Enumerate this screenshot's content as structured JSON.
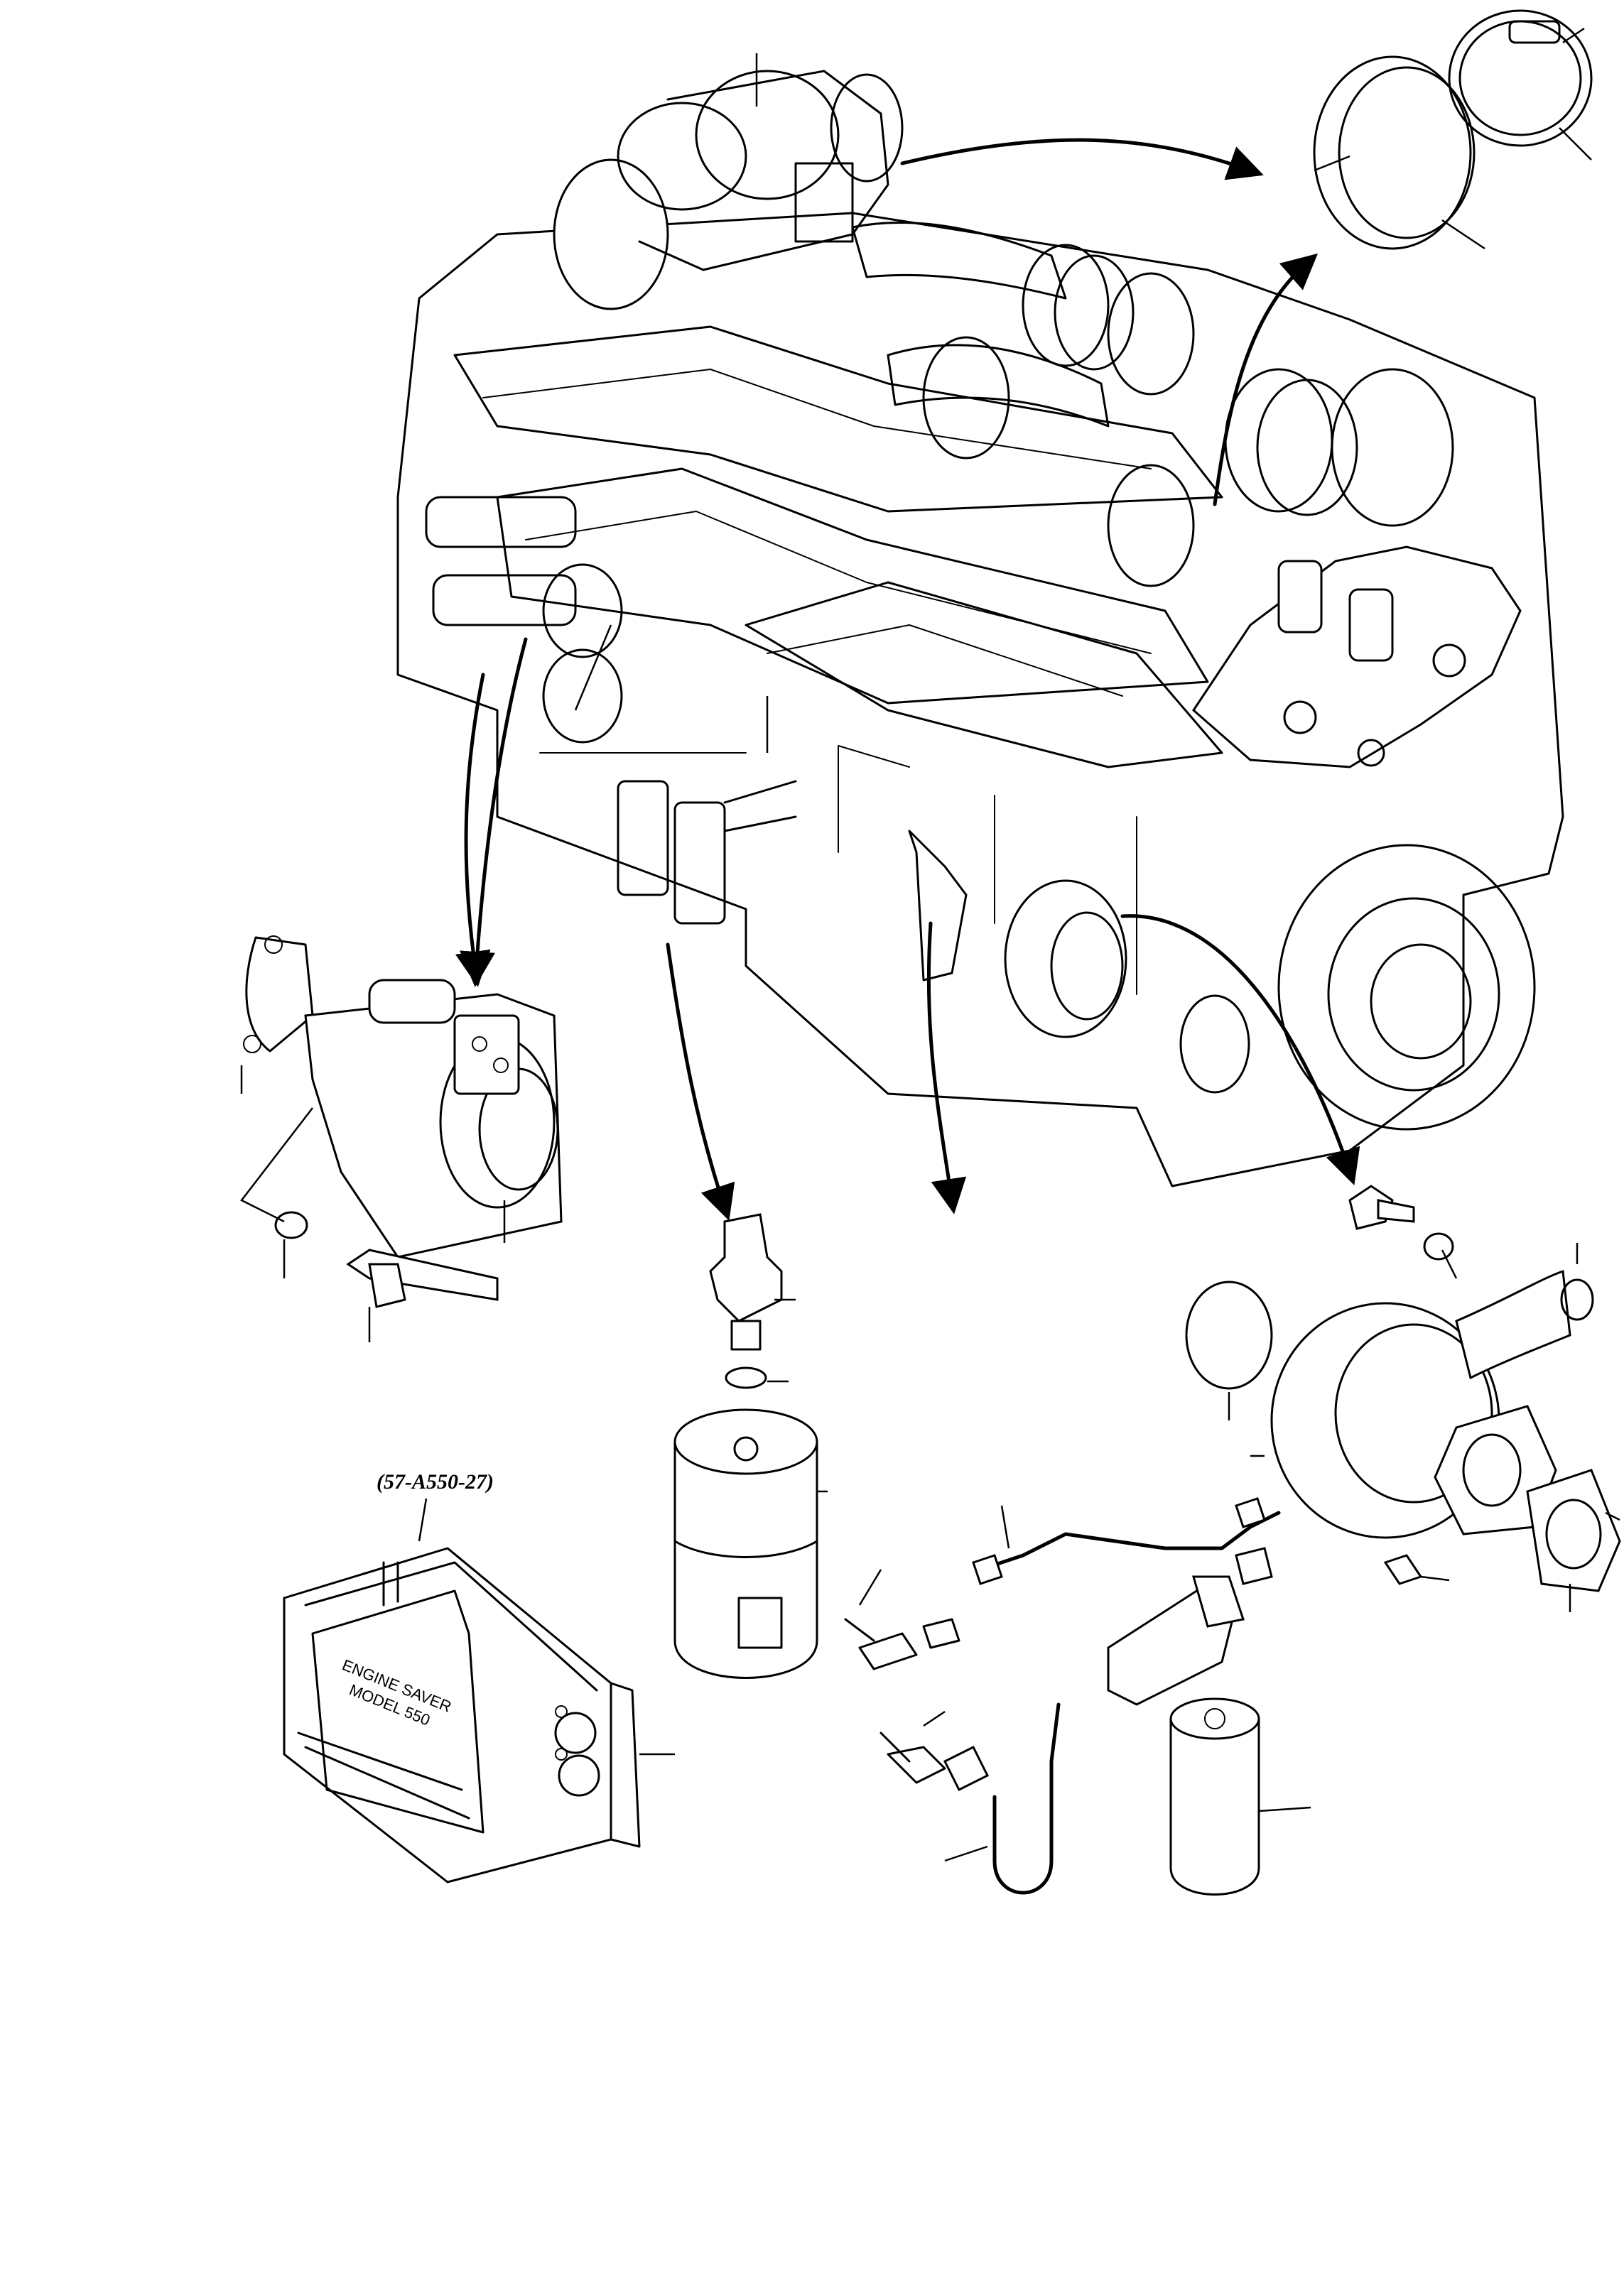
{
  "figure": {
    "callout_code": "(57-A550-27)",
    "panel_text_line1": "ENGINE SAVER",
    "panel_text_line2": "MODEL 550"
  },
  "components": [
    {
      "id": "turbocharger",
      "icon": "turbocharger-icon"
    },
    {
      "id": "v-band-clamp",
      "icon": "clamp-icon"
    },
    {
      "id": "exhaust-seal-ring",
      "icon": "ring-icon"
    },
    {
      "id": "starter-motor",
      "icon": "starter-motor-icon"
    },
    {
      "id": "pressure-switch",
      "icon": "switch-icon"
    },
    {
      "id": "fuel-filter",
      "icon": "filter-icon"
    },
    {
      "id": "oil-filter",
      "icon": "filter-icon"
    },
    {
      "id": "water-pump",
      "icon": "pump-icon"
    },
    {
      "id": "shutdown-controller",
      "icon": "control-box-icon"
    }
  ]
}
